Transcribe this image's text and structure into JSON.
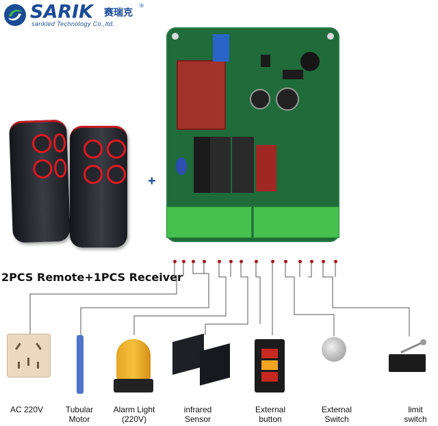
{
  "logo": {
    "brand": "SARIK",
    "brand_cn": "赛瑞克",
    "registered": "®",
    "subtitle": "sarikled Technology Co.,ltd."
  },
  "caption": "2PCS Remote+1PCS Receiver",
  "plus_sign": "+",
  "devices": [
    {
      "label": "AC 220V"
    },
    {
      "label": "Tubular\nMotor"
    },
    {
      "label": "Alarm Light\n(220V)"
    },
    {
      "label": "infrared\nSensor"
    },
    {
      "label": "External\nbutton"
    },
    {
      "label": "External\nSwitch"
    },
    {
      "label": "limit\nswitch"
    }
  ],
  "colors": {
    "brand_blue": "#1a4b96",
    "board_green": "#1f6b3a",
    "terminal_green": "#46c04f",
    "wire_red": "#a8141a",
    "remote_red": "#e0191f"
  },
  "icons": [
    "sarik-logo-icon",
    "remote-control-icon",
    "pcb-receiver-icon",
    "power-socket-icon",
    "tubular-motor-icon",
    "alarm-light-icon",
    "infrared-sensor-icon",
    "external-button-icon",
    "external-switch-icon",
    "limit-switch-icon"
  ]
}
